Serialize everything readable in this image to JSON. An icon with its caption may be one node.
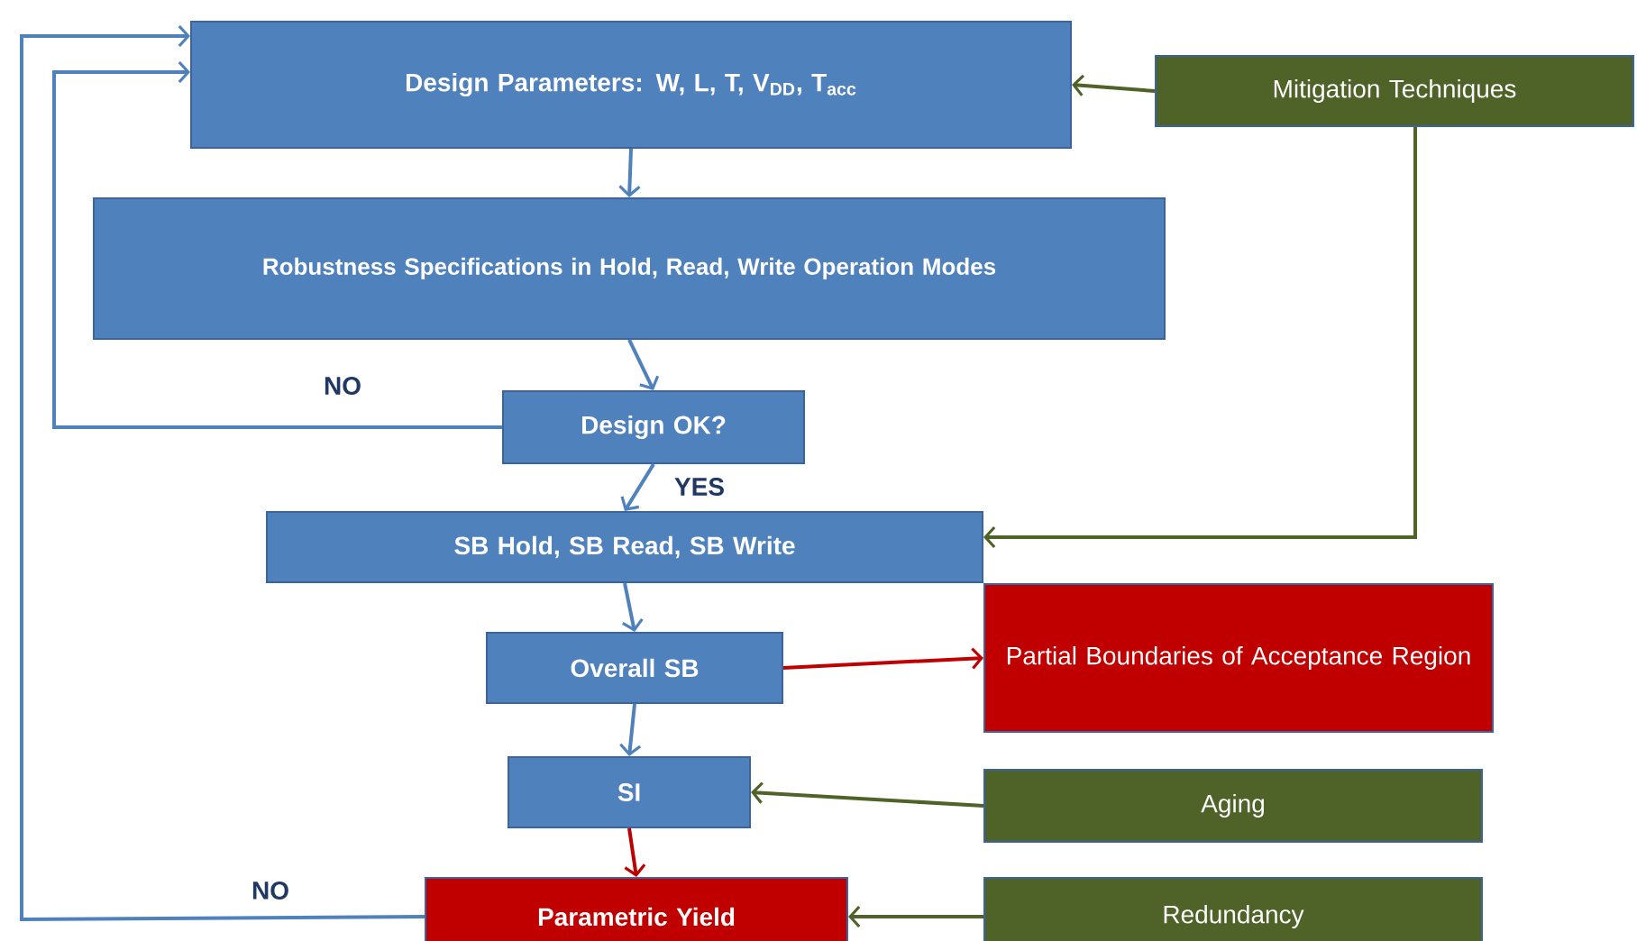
{
  "diagram": {
    "nodes": [
      {
        "text": [
          "Design Parameters: W, L, T, V$_{DD}$, T$_{acc}$"
        ]
      },
      {
        "text": [
          "Mitigation Techniques"
        ]
      },
      {
        "text": [
          "Robustness Specifications in Hold, Read, Write Operation Modes"
        ]
      },
      {
        "text": [
          "Design OK?"
        ]
      },
      {
        "text": [
          "SB Hold, SB Read, SB Write"
        ]
      },
      {
        "text": [
          "Overall SB"
        ]
      },
      {
        "text": [
          "Partial Boundaries of Acceptance Region"
        ]
      },
      {
        "text": [
          "SI"
        ]
      },
      {
        "text": [
          "Aging"
        ]
      },
      {
        "text": [
          "Parametric Yield"
        ]
      },
      {
        "text": [
          "Redundancy"
        ]
      }
    ],
    "edges": [
      {
        "from": 0,
        "to": 2,
        "arrow": "to"
      },
      {
        "from": 2,
        "to": 3,
        "arrow": "to"
      },
      {
        "from": 3,
        "to": 4,
        "arrow": "to",
        "label": "YES"
      },
      {
        "from": 3,
        "to": 0,
        "arrow": "to",
        "label": "NO"
      },
      {
        "from": 9,
        "to": 0,
        "arrow": "to",
        "label": "NO"
      },
      {
        "from": 1,
        "to": 0,
        "arrow": "to",
        "color": "#4f6228"
      },
      {
        "from": 1,
        "to": 4,
        "arrow": "to",
        "color": "#4f6228"
      },
      {
        "from": 4,
        "to": 5,
        "arrow": "to"
      },
      {
        "from": 5,
        "to": 6,
        "arrow": "to",
        "color": "#c00000"
      },
      {
        "from": 5,
        "to": 7,
        "arrow": "to"
      },
      {
        "from": 7,
        "to": 9,
        "arrow": "to",
        "color": "#c00000"
      },
      {
        "from": 8,
        "to": 7,
        "arrow": "to",
        "color": "#4f6228"
      },
      {
        "from": 10,
        "to": 9,
        "arrow": "to",
        "color": "#4f6228"
      }
    ]
  }
}
